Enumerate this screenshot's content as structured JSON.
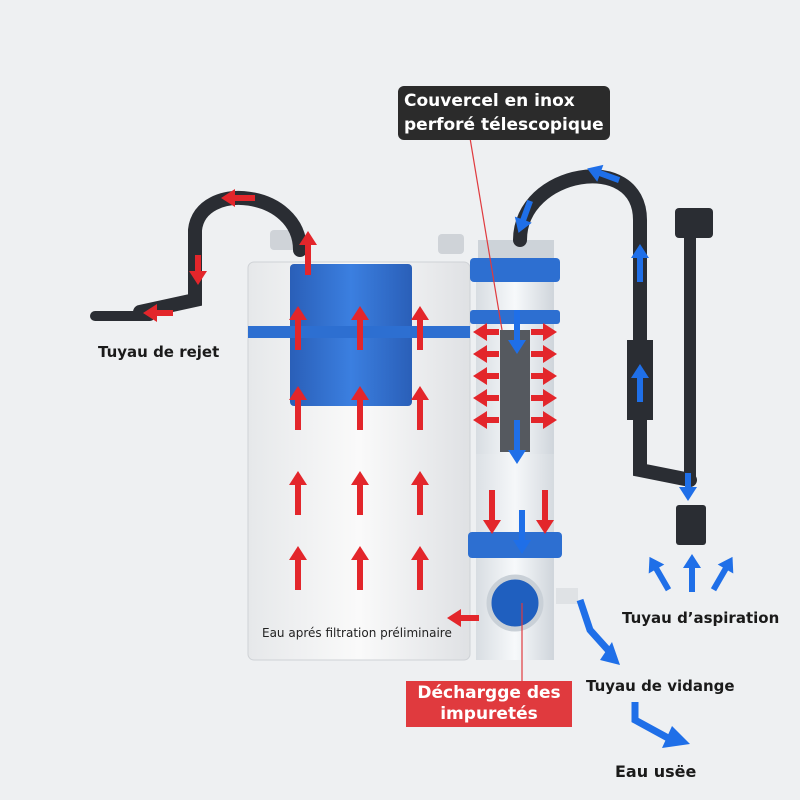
{
  "labels": {
    "lid": "Couvercel en inox perforé télescopique",
    "outlet_pipe": "Tuyau de rejet",
    "intake_pipe": "Tuyau d’aspiration",
    "prefiltered_water": "Eau aprés filtration préliminaire",
    "impurity_discharge": "Déchargge des impuretés",
    "drain_pipe": "Tuyau de vidange",
    "waste_water": "Eau usëe"
  },
  "colors": {
    "background": "#eef0f2",
    "flow_red": "#e3262b",
    "flow_blue": "#1f6fe8",
    "housing_blue": "#2d6fd1",
    "pipe": "#2a2d33"
  }
}
